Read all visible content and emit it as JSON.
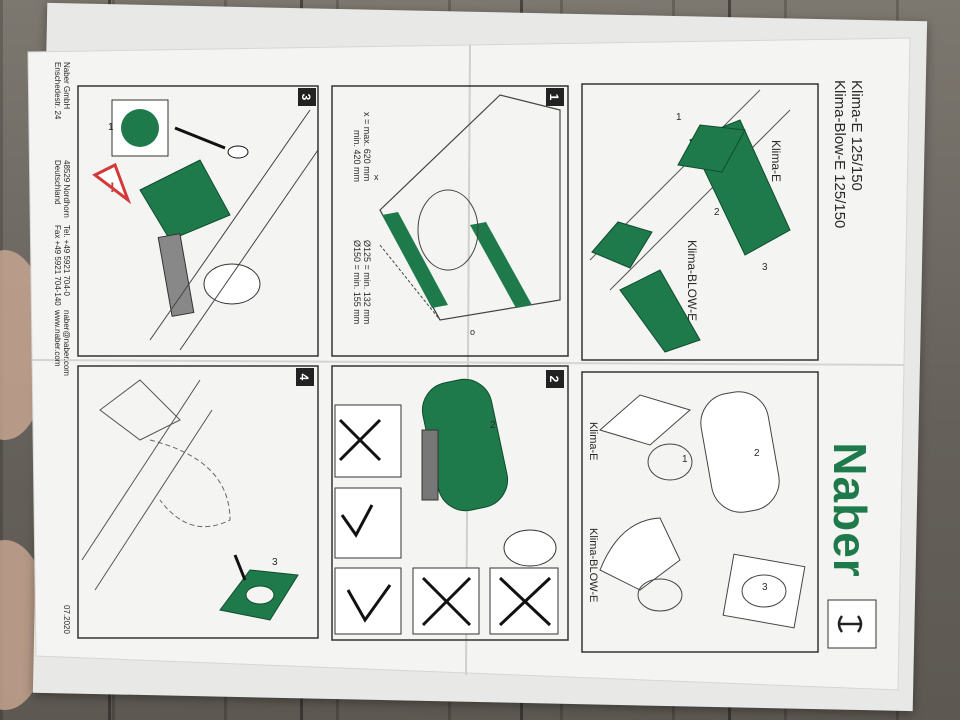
{
  "document": {
    "title_line1": "Klima-E 125/150",
    "title_line2": "Klima-Blow-E 125/150",
    "brand": "Naber",
    "company": {
      "name": "Naber GmbH",
      "street": "Enschedestr. 24",
      "city": "48529 Nordhorn",
      "region": "Deutschland",
      "phone": "Tel. +49 5921 704-0",
      "fax": "Fax +49 5921 704-140",
      "email": "naber@naber.com",
      "web": "www.naber.com"
    },
    "edition": "07.2020",
    "panel_overview": {
      "label_klima_e": "Klima-E",
      "label_klima_blow_e": "Klima-BLOW-E",
      "num1": "1",
      "num2": "2",
      "num3": "3"
    },
    "panel_parts": {
      "label_klima_e": "Klima-E",
      "label_klima_blow_e": "Klima-BLOW-E",
      "num1": "1",
      "num2": "2",
      "num3": "3"
    },
    "step1": {
      "step_number": "1",
      "x_label": "x",
      "x_max": "x =   max. 620 mm",
      "x_min": "min. 420 mm",
      "d125": "Ø125 = min. 132 mm",
      "d150": "Ø150 = min. 155 mm",
      "o_label": "o"
    },
    "step2": {
      "step_number": "2",
      "num2": "2"
    },
    "step3": {
      "step_number": "3",
      "num1": "1"
    },
    "step4": {
      "step_number": "4",
      "num3": "3"
    },
    "colors": {
      "green": "#1f7a4b",
      "paper": "#f4f4f2",
      "ink": "#2a2a2a",
      "warning": "#d23a3a"
    }
  }
}
